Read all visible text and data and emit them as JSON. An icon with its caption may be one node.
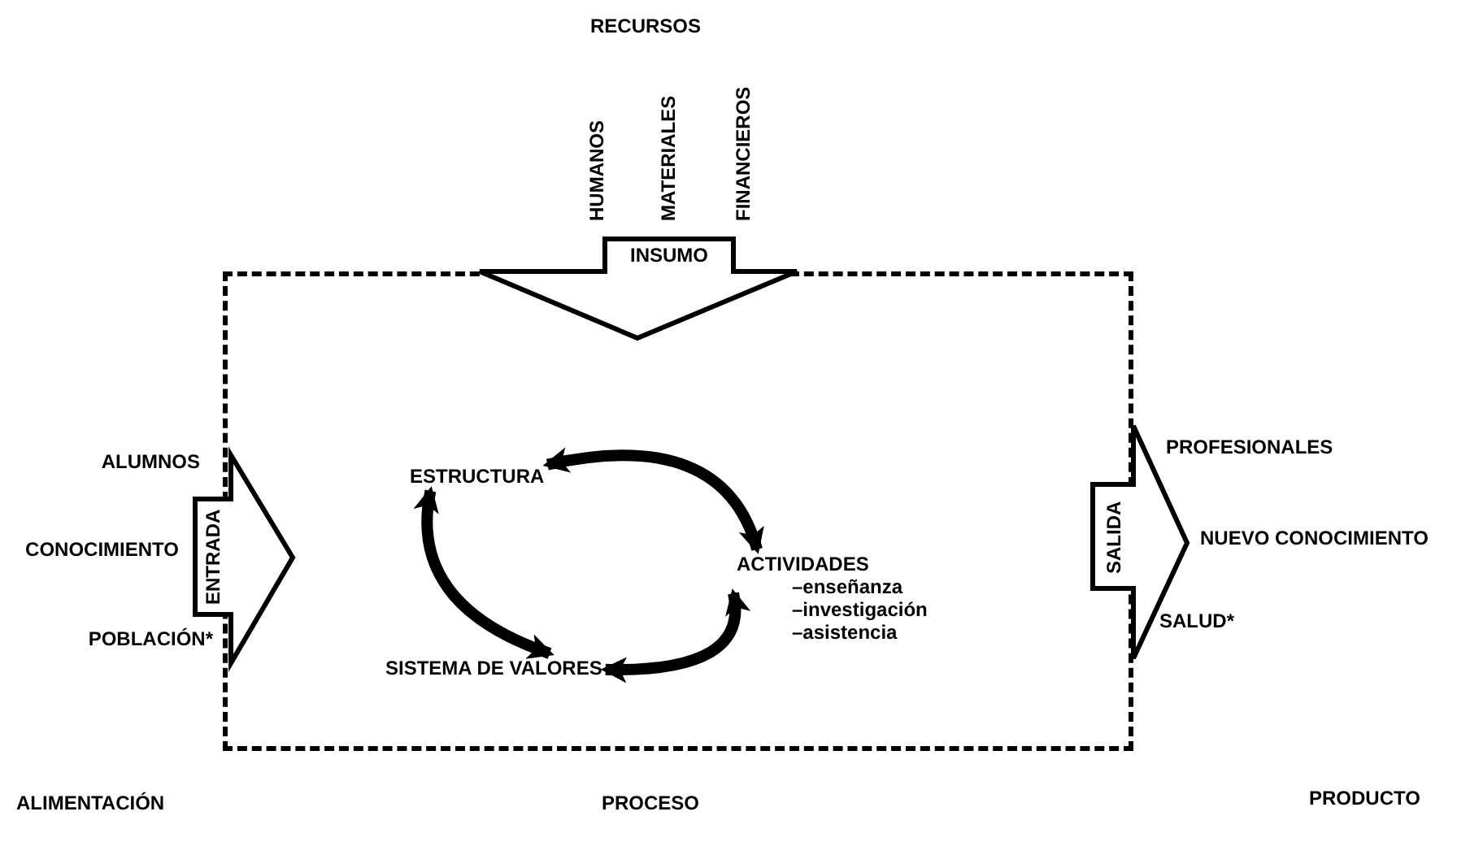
{
  "diagram": {
    "nodes": [
      {
        "text": [],
        "shape": "box"
      },
      {
        "text": [
          "ESTRUCTURA"
        ],
        "in": 0
      },
      {
        "text": [
          "ACTIVIDADES",
          "–enseñanza",
          "–investigación",
          "–asistencia"
        ],
        "in": 0
      },
      {
        "text": [
          "SISTEMA DE VALORES"
        ],
        "in": 0
      },
      {
        "text": [
          "INSUMO"
        ]
      },
      {
        "text": [
          "ENTRADA"
        ]
      },
      {
        "text": [
          "SALIDA"
        ]
      }
    ],
    "edges": [
      {
        "from": 1,
        "to": 2,
        "arrow": "both"
      },
      {
        "from": 2,
        "to": 3,
        "arrow": "both"
      },
      {
        "from": 3,
        "to": 1,
        "arrow": "both"
      }
    ],
    "labels": [
      "RECURSOS",
      "HUMANOS",
      "MATERIALES",
      "FINANCIEROS",
      "ALUMNOS",
      "CONOCIMIENTO",
      "POBLACIÓN*",
      "PROFESIONALES",
      "NUEVO CONOCIMIENTO",
      "SALUD*",
      "ALIMENTACIÓN",
      "PROCESO",
      "PRODUCTO"
    ]
  }
}
